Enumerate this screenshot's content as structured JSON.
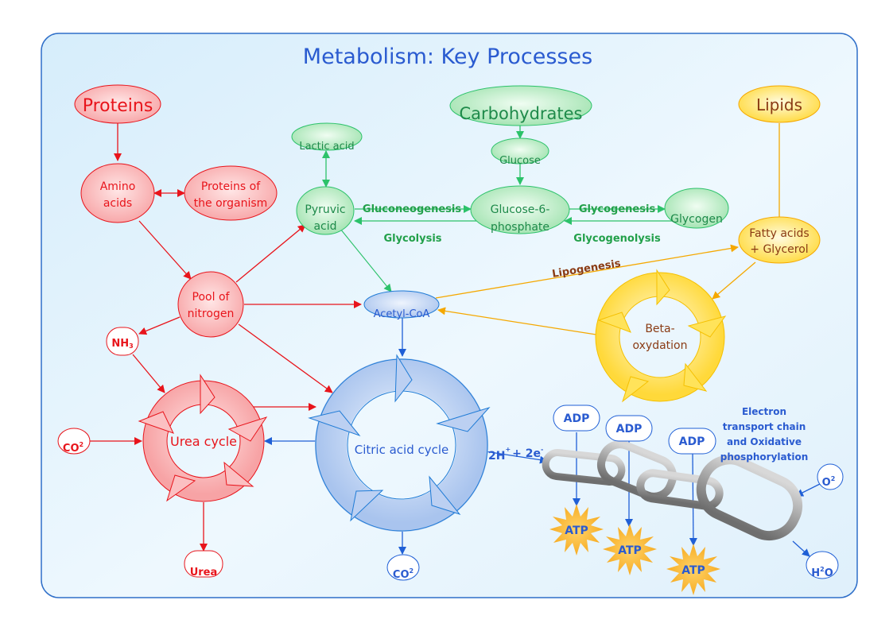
{
  "title": "Metabolism: Key Processes",
  "colors": {
    "protein": "#e8141b",
    "carb": "#22a04a",
    "lipid": "#f5a800",
    "citric": "#1f5fd6",
    "frame": "#2f6fc9",
    "background": "#e3f3fd"
  },
  "nodes": {
    "proteins": "Proteins",
    "amino_acids": [
      "Amino",
      "acids"
    ],
    "proteins_organism": [
      "Proteins of",
      "the organism"
    ],
    "pool_nitrogen": [
      "Pool of",
      "nitrogen"
    ],
    "nh3": "NH",
    "nh3_sub": "3",
    "co2_left": "CO",
    "co2_left_sup": "2",
    "urea_cycle": "Urea cycle",
    "urea": "Urea",
    "carbohydrates": "Carbohydrates",
    "glucose": "Glucose",
    "glucose6p": [
      "Glucose-6-",
      "phosphate"
    ],
    "lactic_acid": "Lactic acid",
    "pyruvic_acid": [
      "Pyruvic",
      "acid"
    ],
    "glycogen": "Glycogen",
    "lipids": "Lipids",
    "fatty_acids": [
      "Fatty acids",
      "+ Glycerol"
    ],
    "beta_oxydation": [
      "Beta-",
      "oxydation"
    ],
    "acetyl_coa": "Acetyl-CoA",
    "citric_cycle": "Citric acid cycle",
    "co2_bottom": "CO",
    "co2_bottom_sup": "2",
    "h_plus": "2H",
    "h_plus_sup": "+",
    "electrons": "+ 2e",
    "electrons_sup": "-",
    "adp": [
      "ADP",
      "ADP",
      "ADP"
    ],
    "atp": [
      "ATP",
      "ATP",
      "ATP"
    ],
    "etc_label": [
      "Electron",
      "transport chain",
      "and Oxidative",
      "phosphorylation"
    ],
    "o2": "O",
    "o2_sup": "2",
    "h2o_h": "H",
    "h2o_sup": "2",
    "h2o_o": "O"
  },
  "processes": {
    "gluconeogenesis": "Gluconeogenesis",
    "glycolysis": "Glycolysis",
    "glycogenesis": "Glycogenesis",
    "glycogenolysis": "Glycogenolysis",
    "lipogenesis": "Lipogenesis"
  }
}
